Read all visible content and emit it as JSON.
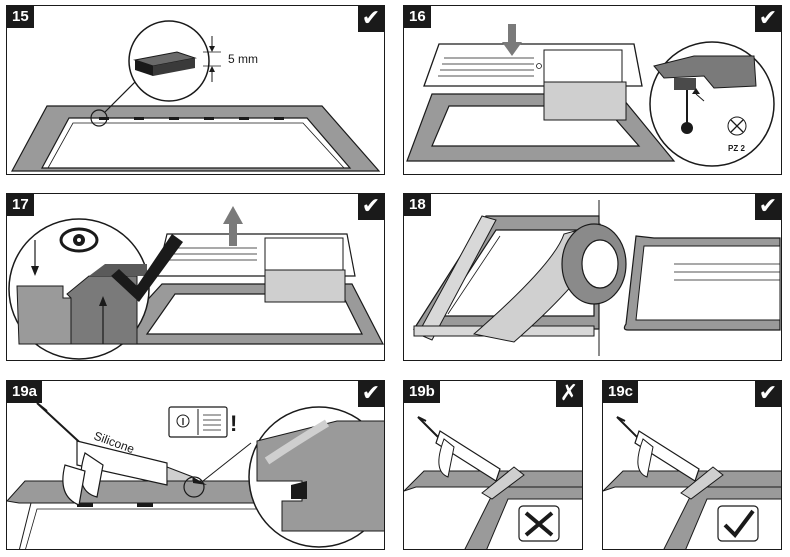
{
  "panels": [
    {
      "step": "15",
      "mark": "✔",
      "dimension": "5 mm"
    },
    {
      "step": "16",
      "mark": "✔",
      "screw": "PZ 2"
    },
    {
      "step": "17",
      "mark": "✔"
    },
    {
      "step": "18",
      "mark": "✔"
    },
    {
      "step": "19a",
      "mark": "✔",
      "material": "Silicone",
      "info": "!"
    },
    {
      "step": "19b",
      "mark": "✗"
    },
    {
      "step": "19c",
      "mark": "✔"
    }
  ],
  "colors": {
    "ink": "#1a1a1a",
    "grey": "#8a8a8a",
    "light": "#cfcfcf",
    "worktop": "#9a9a9a"
  }
}
